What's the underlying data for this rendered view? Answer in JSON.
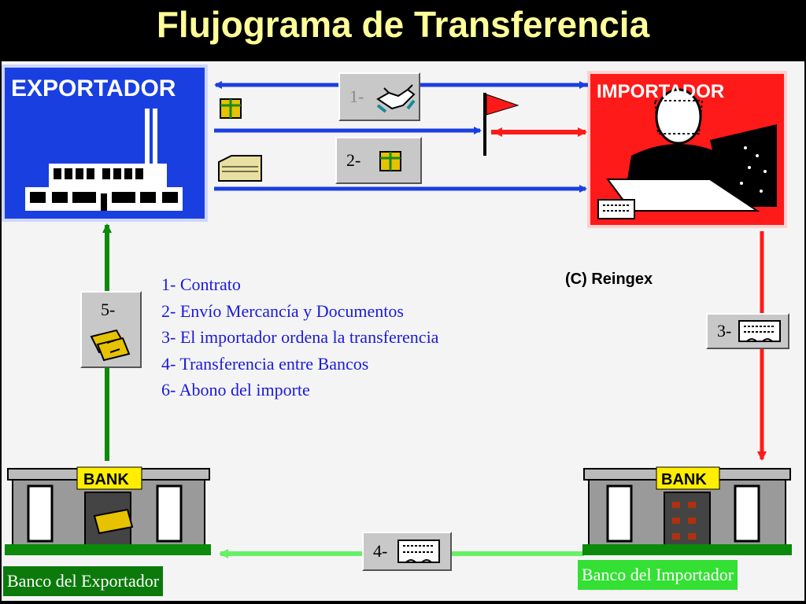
{
  "title": "Flujograma de Transferencia",
  "nodes": {
    "exportador": "EXPORTADOR",
    "importador": "IMPORTADOR",
    "bank_word": "BANK",
    "banco_exportador": "Banco del Exportador",
    "banco_importador": "Banco del Importador"
  },
  "steps": {
    "s1": "1-",
    "s2": "2-",
    "s3": "3-",
    "s4": "4-",
    "s5": "5-"
  },
  "legend": [
    "1- Contrato",
    "2- Envío Mercancía y Documentos",
    "3- El importador ordena la transferencia",
    "4- Transferencia entre Bancos",
    "6- Abono del importe"
  ],
  "copyright": "(C) Reingex",
  "colors": {
    "title": "#ffff99",
    "exportador_bg": "#1a3fe0",
    "importador_bg": "#ff1a1a",
    "blue_arrow": "#1a3fe0",
    "red_arrow": "#ff1a1a",
    "green_arrow": "#0b8a0b",
    "lightgreen_arrow": "#66f066"
  }
}
